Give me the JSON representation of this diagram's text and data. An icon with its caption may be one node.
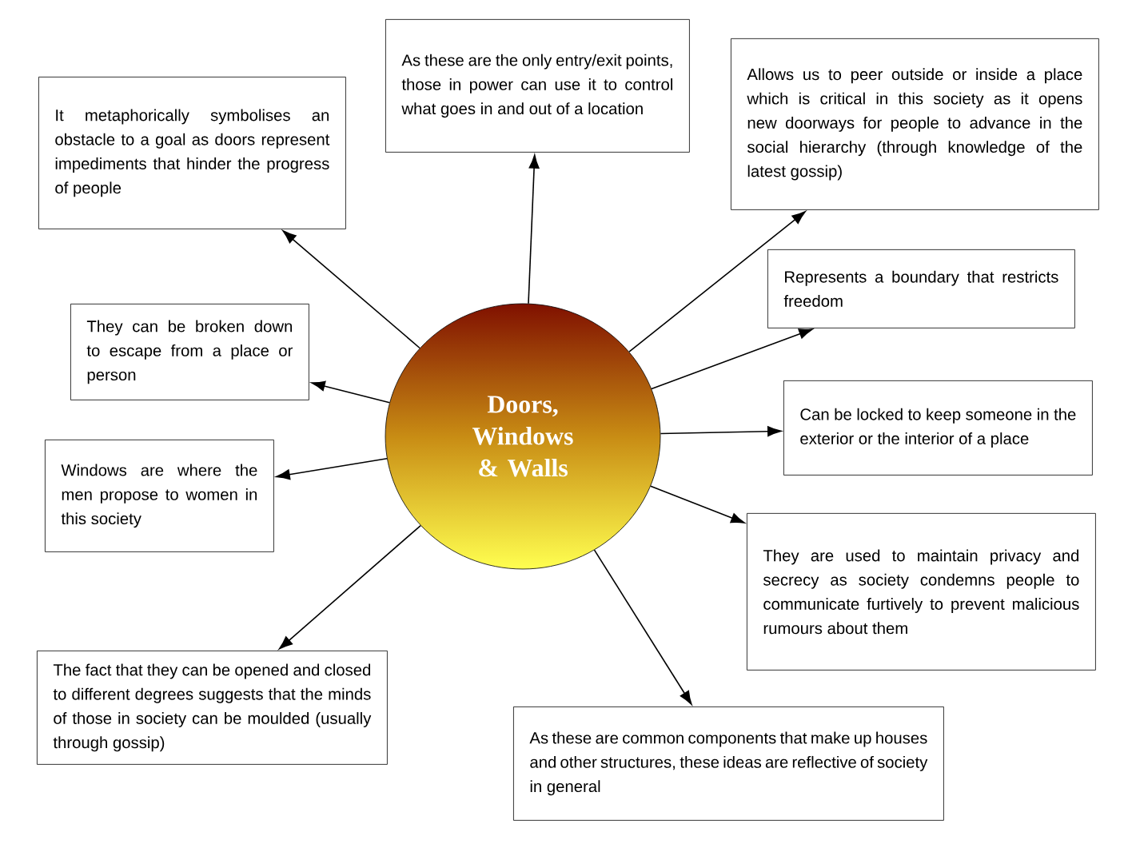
{
  "diagram": {
    "nodes": [
      {
        "text": [
          "Doors, Windows & Walls"
        ]
      },
      {
        "text": [
          "It metaphorically symbolises an obstacle to a goal as doors represent impediments that hinder the progress of people"
        ]
      },
      {
        "text": [
          "As these are the only entry/exit points, those in power can use it to control what goes in and out of a location"
        ]
      },
      {
        "text": [
          "Allows us to peer outside or inside a place which is critical in this society as it opens new doorways for people to advance in the social hierarchy (through knowledge of the latest gossip)"
        ]
      },
      {
        "text": [
          "Represents a boundary that restricts freedom"
        ]
      },
      {
        "text": [
          "They can be broken down to escape from a place or person"
        ]
      },
      {
        "text": [
          "Can be locked to keep someone in the exterior or the interior of a place"
        ]
      },
      {
        "text": [
          "Windows are where the men propose to women in this society"
        ]
      },
      {
        "text": [
          "They are used to maintain privacy and secrecy as society condemns people to communicate furtively to prevent malicious rumours about them"
        ]
      },
      {
        "text": [
          "The fact that they can be opened and closed to different degrees suggests that the minds of those in society can be moulded (usually through gossip)"
        ]
      },
      {
        "text": [
          "As these are common components that make up houses and other structures, these ideas are reflective of society in general"
        ]
      }
    ],
    "edges": [
      {
        "from": 0,
        "to": 1,
        "arrow": "to"
      },
      {
        "from": 0,
        "to": 2,
        "arrow": "to"
      },
      {
        "from": 0,
        "to": 3,
        "arrow": "to"
      },
      {
        "from": 0,
        "to": 4,
        "arrow": "to"
      },
      {
        "from": 0,
        "to": 5,
        "arrow": "to"
      },
      {
        "from": 0,
        "to": 6,
        "arrow": "to"
      },
      {
        "from": 0,
        "to": 7,
        "arrow": "to"
      },
      {
        "from": 0,
        "to": 8,
        "arrow": "to"
      },
      {
        "from": 0,
        "to": 9,
        "arrow": "to"
      },
      {
        "from": 0,
        "to": 10,
        "arrow": "to"
      }
    ]
  }
}
